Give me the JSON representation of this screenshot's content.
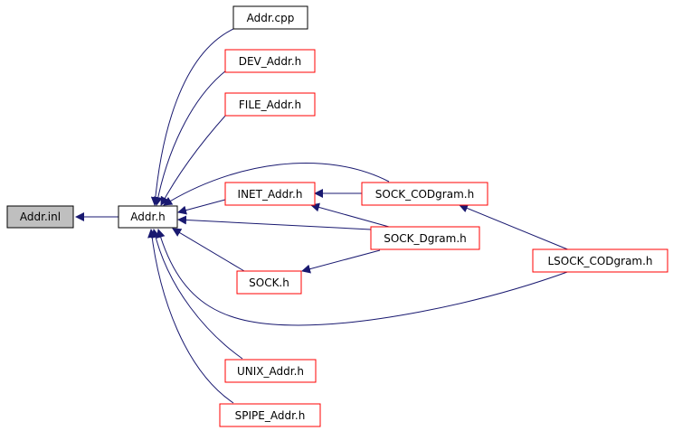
{
  "graph": {
    "colors": {
      "edge": "#191970",
      "node_border_default": "#000000",
      "node_border_red": "#ff0000",
      "node_fill": "#ffffff",
      "node_fill_focus": "#bfbfbf"
    },
    "nodes": {
      "addr_inl": "Addr.inl",
      "addr_h": "Addr.h",
      "addr_cpp": "Addr.cpp",
      "dev_addr_h": "DEV_Addr.h",
      "file_addr_h": "FILE_Addr.h",
      "inet_addr_h": "INET_Addr.h",
      "sock_h": "SOCK.h",
      "unix_addr_h": "UNIX_Addr.h",
      "spipe_addr_h": "SPIPE_Addr.h",
      "sock_codgram_h": "SOCK_CODgram.h",
      "sock_dgram_h": "SOCK_Dgram.h",
      "lsock_codgram_h": "LSOCK_CODgram.h"
    }
  }
}
